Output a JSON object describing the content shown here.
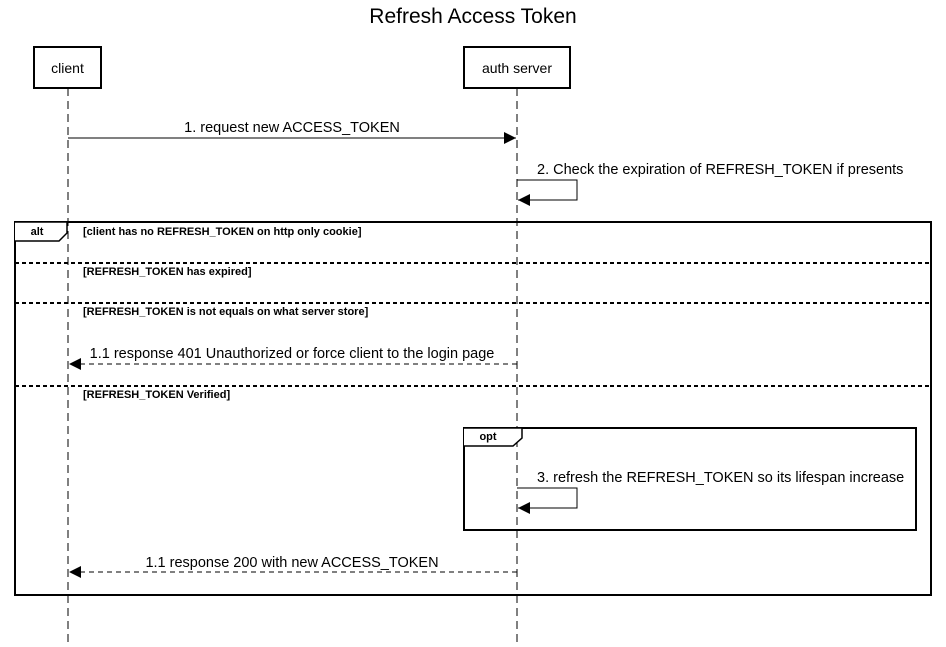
{
  "title": "Refresh Access Token",
  "participants": {
    "client": "client",
    "server": "auth server"
  },
  "messages": {
    "m1": "1. request new ACCESS_TOKEN",
    "m2": "2. Check the expiration of REFRESH_TOKEN if presents",
    "m3": "1.1 response 401 Unauthorized or force client to the login page",
    "m4": "3. refresh the REFRESH_TOKEN so its lifespan increase",
    "m5": "1.1 response 200 with new ACCESS_TOKEN"
  },
  "alt": {
    "operator": "alt",
    "guards": [
      "[client has no REFRESH_TOKEN on http only cookie]",
      "[REFRESH_TOKEN has expired]",
      "[REFRESH_TOKEN is not equals on what server store]",
      "[REFRESH_TOKEN Verified]"
    ]
  },
  "opt": {
    "operator": "opt"
  }
}
